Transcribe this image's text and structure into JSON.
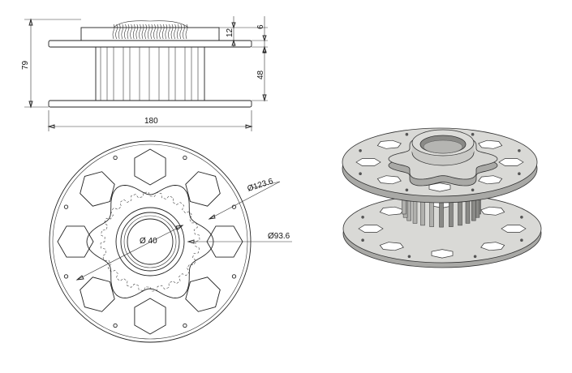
{
  "drawing": {
    "side_view": {
      "overall_height": "79",
      "top_thickness": "6",
      "top_hub": "12",
      "core_height": "48",
      "overall_width": "180"
    },
    "top_view": {
      "hex_count": 8,
      "outer_diameter_label": "Ø123.6",
      "mid_diameter_label": "Ø93.6",
      "bore_label": "Ø 40"
    },
    "iso_view": {
      "gear_teeth": 24
    },
    "colors": {
      "line": "#222222",
      "part_face": "#d9d9d6",
      "part_side": "#a9a9a6",
      "part_dark": "#6e6e6b"
    }
  }
}
